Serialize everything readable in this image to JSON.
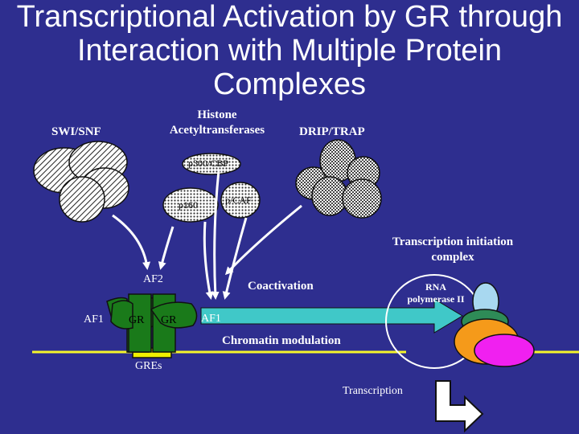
{
  "slide": {
    "title": "Transcriptional Activation by GR through Interaction with Multiple Protein Complexes"
  },
  "labels": {
    "swi_snf": "SWI/SNF",
    "histone_line1": "Histone",
    "histone_line2": "Acetyltransferases",
    "drip_trap": "DRIP/TRAP",
    "p300_cbp": "p300/CBP",
    "p160": "p160",
    "pcaf": "p/CAF",
    "tic_line1": "Transcription initiation",
    "tic_line2": "complex",
    "af2": "AF2",
    "coactivation": "Coactivation",
    "rna_pol_line1": "RNA",
    "rna_pol_line2": "polymerase II",
    "af1_left": "AF1",
    "gr_left": "GR",
    "gr_right": "GR",
    "af1_right": "AF1",
    "chromatin": "Chromatin modulation",
    "gres": "GREs",
    "transcription": "Transcription"
  },
  "colors": {
    "background": "#2e2e8f",
    "gr_green": "#1a7a1a",
    "gre_yellow": "#f0f000",
    "dna_yellow": "#f5f52a",
    "coactivation_arrow": "#40c8c8",
    "complex_light_blue": "#a8d8f0",
    "complex_green": "#2e8b57",
    "complex_orange": "#f59a1a",
    "complex_magenta": "#f020f0"
  }
}
